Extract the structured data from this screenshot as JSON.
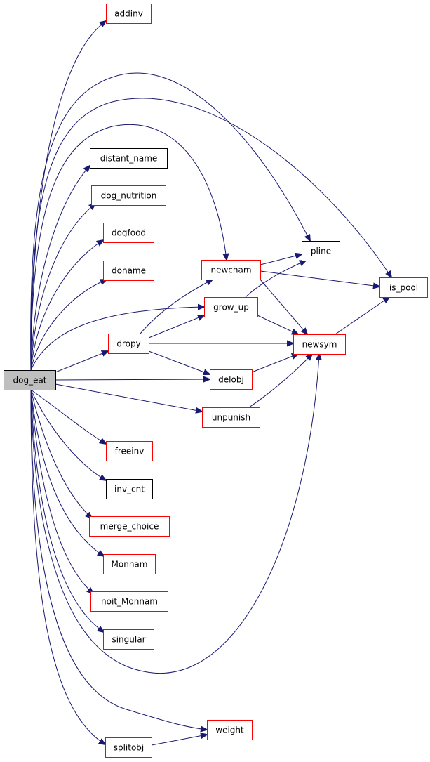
{
  "colors": {
    "edge": "#191970",
    "border_documented": "#ff0000",
    "border_undocumented": "#000000",
    "root_fill": "#bfbfbf",
    "node_fill": "#ffffff"
  },
  "nodes": {
    "dog_eat": {
      "label": "dog_eat",
      "style": "root"
    },
    "addinv": {
      "label": "addinv",
      "style": "red"
    },
    "distant_name": {
      "label": "distant_name",
      "style": "black"
    },
    "dog_nutrition": {
      "label": "dog_nutrition",
      "style": "red"
    },
    "dogfood": {
      "label": "dogfood",
      "style": "red"
    },
    "doname": {
      "label": "doname",
      "style": "red"
    },
    "dropy": {
      "label": "dropy",
      "style": "red"
    },
    "newcham": {
      "label": "newcham",
      "style": "red"
    },
    "grow_up": {
      "label": "grow_up",
      "style": "red"
    },
    "delobj": {
      "label": "delobj",
      "style": "red"
    },
    "unpunish": {
      "label": "unpunish",
      "style": "red"
    },
    "pline": {
      "label": "pline",
      "style": "black"
    },
    "is_pool": {
      "label": "is_pool",
      "style": "red"
    },
    "newsym": {
      "label": "newsym",
      "style": "red"
    },
    "freeinv": {
      "label": "freeinv",
      "style": "red"
    },
    "inv_cnt": {
      "label": "inv_cnt",
      "style": "black"
    },
    "merge_choice": {
      "label": "merge_choice",
      "style": "red"
    },
    "Monnam": {
      "label": "Monnam",
      "style": "red"
    },
    "noit_Monnam": {
      "label": "noit_Monnam",
      "style": "red"
    },
    "singular": {
      "label": "singular",
      "style": "red"
    },
    "weight": {
      "label": "weight",
      "style": "red"
    },
    "splitobj": {
      "label": "splitobj",
      "style": "red"
    }
  },
  "edges": [
    [
      "dog_eat",
      "addinv"
    ],
    [
      "dog_eat",
      "pline"
    ],
    [
      "dog_eat",
      "is_pool"
    ],
    [
      "dog_eat",
      "newcham"
    ],
    [
      "dog_eat",
      "distant_name"
    ],
    [
      "dog_eat",
      "dog_nutrition"
    ],
    [
      "dog_eat",
      "dogfood"
    ],
    [
      "dog_eat",
      "doname"
    ],
    [
      "dog_eat",
      "grow_up"
    ],
    [
      "dog_eat",
      "dropy"
    ],
    [
      "dog_eat",
      "delobj"
    ],
    [
      "dog_eat",
      "unpunish"
    ],
    [
      "dog_eat",
      "freeinv"
    ],
    [
      "dog_eat",
      "inv_cnt"
    ],
    [
      "dog_eat",
      "merge_choice"
    ],
    [
      "dog_eat",
      "Monnam"
    ],
    [
      "dog_eat",
      "noit_Monnam"
    ],
    [
      "dog_eat",
      "singular"
    ],
    [
      "dog_eat",
      "newsym"
    ],
    [
      "dog_eat",
      "weight"
    ],
    [
      "dog_eat",
      "splitobj"
    ],
    [
      "dropy",
      "newcham"
    ],
    [
      "dropy",
      "grow_up"
    ],
    [
      "dropy",
      "newsym"
    ],
    [
      "dropy",
      "delobj"
    ],
    [
      "newcham",
      "pline"
    ],
    [
      "newcham",
      "is_pool"
    ],
    [
      "newcham",
      "newsym"
    ],
    [
      "grow_up",
      "pline"
    ],
    [
      "grow_up",
      "newsym"
    ],
    [
      "delobj",
      "newsym"
    ],
    [
      "unpunish",
      "newsym"
    ],
    [
      "newsym",
      "is_pool"
    ],
    [
      "splitobj",
      "weight"
    ]
  ]
}
